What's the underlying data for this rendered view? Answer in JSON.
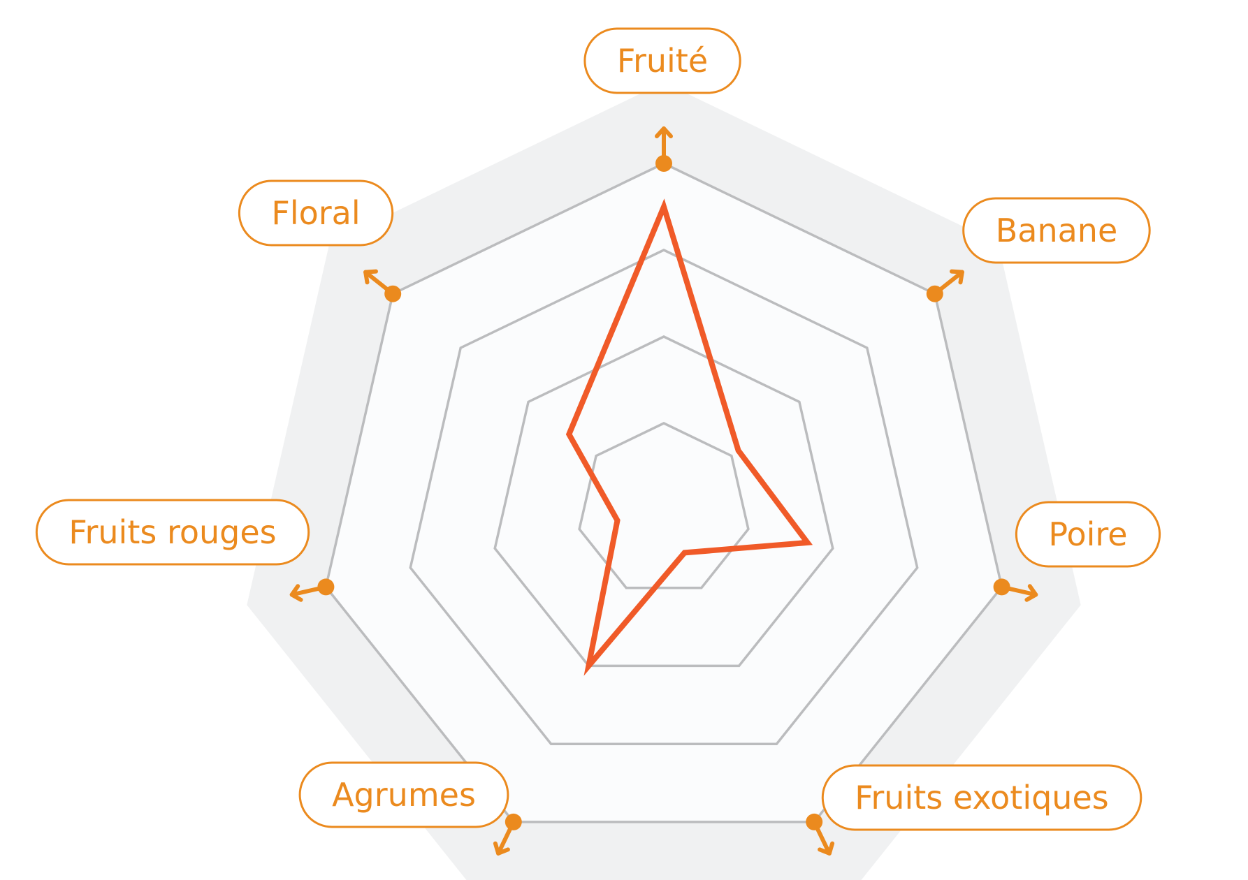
{
  "chart_data": {
    "type": "radar",
    "title": "",
    "axes": [
      "Fruité",
      "Banane",
      "Poire",
      "Fruits exotiques",
      "Agrumes",
      "Fruits rouges",
      "Floral"
    ],
    "levels": 4,
    "max": 4,
    "series": [
      {
        "values": [
          3.5,
          1.1,
          1.7,
          0.55,
          2.0,
          0.55,
          1.4
        ]
      }
    ],
    "colors": {
      "outer_band": "#f0f1f2",
      "inner_fill": "#fbfcfd",
      "grid": "#bbbcbe",
      "accent": "#eb8a1e",
      "series": "#f05a28",
      "label_bg": "#ffffff"
    },
    "icons": {
      "axis_marker": "dot-with-outward-arrow"
    }
  }
}
